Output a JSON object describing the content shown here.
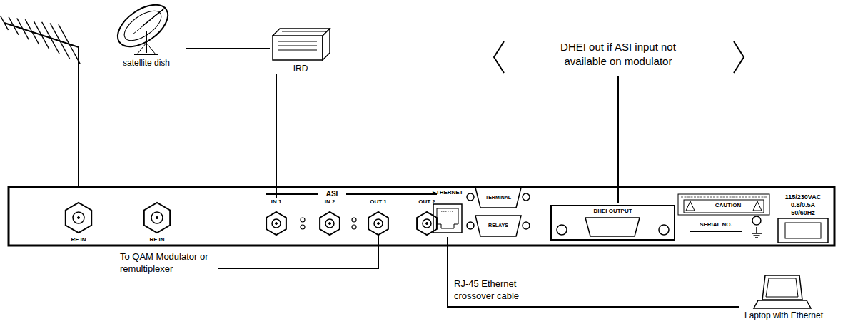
{
  "diagram": {
    "nodes": [
      {
        "text": [
          "satellite dish"
        ]
      },
      {
        "text": [
          "IRD"
        ]
      },
      {
        "text": [
          "RF IN"
        ]
      },
      {
        "text": [
          "RF IN"
        ]
      },
      {
        "text": [
          "IN 1"
        ]
      },
      {
        "text": [
          "IN 2"
        ]
      },
      {
        "text": [
          "OUT 1"
        ]
      },
      {
        "text": [
          "OUT 2"
        ]
      },
      {
        "text": [
          "ETHERNET"
        ]
      },
      {
        "text": [
          "TERMINAL"
        ]
      },
      {
        "text": [
          "RELAYS"
        ]
      },
      {
        "text": [
          "DHEI OUTPUT"
        ]
      },
      {
        "text": [
          "SERIAL NO."
        ]
      },
      {
        "text": [
          "Laptop with Ethernet"
        ]
      }
    ],
    "edges": [
      {
        "from": 0,
        "to": 1,
        "arrow": "none"
      },
      {
        "from": 1,
        "to": 4,
        "arrow": "none"
      },
      {
        "from": 8,
        "to": 13,
        "arrow": "none",
        "label": "RJ-45 Ethernet crossover cable"
      }
    ],
    "labels": [
      "ASI",
      "To QAM Modulator or remultiplexer",
      "DHEI out if ASI input not available on modulator",
      "CAUTION",
      "115/230VAC",
      "0.8/0.5A",
      "50/60Hz"
    ]
  }
}
